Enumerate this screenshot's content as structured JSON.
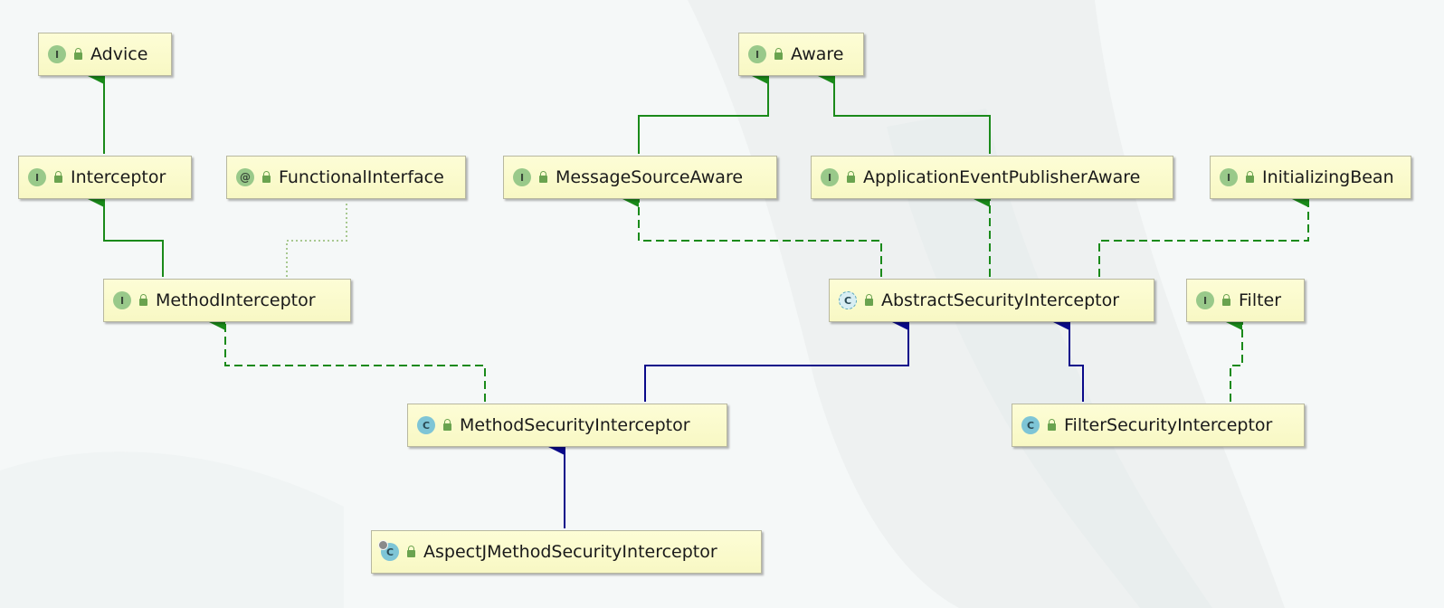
{
  "colors": {
    "interface_link": "#1a8a1a",
    "class_link": "#0a0a8a",
    "annotation_link": "#a8c890",
    "node_fill": "#fbfbcf"
  },
  "nodes": [
    {
      "id": "advice",
      "label": "Advice",
      "kind": "interface"
    },
    {
      "id": "aware",
      "label": "Aware",
      "kind": "interface"
    },
    {
      "id": "interceptor",
      "label": "Interceptor",
      "kind": "interface"
    },
    {
      "id": "functional_interface",
      "label": "FunctionalInterface",
      "kind": "annotation"
    },
    {
      "id": "message_source_aware",
      "label": "MessageSourceAware",
      "kind": "interface"
    },
    {
      "id": "application_event_publisher_aware",
      "label": "ApplicationEventPublisherAware",
      "kind": "interface"
    },
    {
      "id": "initializing_bean",
      "label": "InitializingBean",
      "kind": "interface"
    },
    {
      "id": "method_interceptor",
      "label": "MethodInterceptor",
      "kind": "interface"
    },
    {
      "id": "abstract_security_interceptor",
      "label": "AbstractSecurityInterceptor",
      "kind": "abstract-class"
    },
    {
      "id": "filter",
      "label": "Filter",
      "kind": "interface"
    },
    {
      "id": "method_security_interceptor",
      "label": "MethodSecurityInterceptor",
      "kind": "class"
    },
    {
      "id": "filter_security_interceptor",
      "label": "FilterSecurityInterceptor",
      "kind": "class"
    },
    {
      "id": "aspectj_method_security_interceptor",
      "label": "AspectJMethodSecurityInterceptor",
      "kind": "class"
    }
  ],
  "edges": [
    {
      "from": "interceptor",
      "to": "advice",
      "type": "extends-interface"
    },
    {
      "from": "method_interceptor",
      "to": "interceptor",
      "type": "extends-interface"
    },
    {
      "from": "method_interceptor",
      "to": "functional_interface",
      "type": "annotated-with"
    },
    {
      "from": "message_source_aware",
      "to": "aware",
      "type": "extends-interface"
    },
    {
      "from": "application_event_publisher_aware",
      "to": "aware",
      "type": "extends-interface"
    },
    {
      "from": "abstract_security_interceptor",
      "to": "message_source_aware",
      "type": "implements"
    },
    {
      "from": "abstract_security_interceptor",
      "to": "application_event_publisher_aware",
      "type": "implements"
    },
    {
      "from": "abstract_security_interceptor",
      "to": "initializing_bean",
      "type": "implements"
    },
    {
      "from": "method_security_interceptor",
      "to": "method_interceptor",
      "type": "implements"
    },
    {
      "from": "method_security_interceptor",
      "to": "abstract_security_interceptor",
      "type": "extends-class"
    },
    {
      "from": "filter_security_interceptor",
      "to": "abstract_security_interceptor",
      "type": "extends-class"
    },
    {
      "from": "filter_security_interceptor",
      "to": "filter",
      "type": "implements"
    },
    {
      "from": "aspectj_method_security_interceptor",
      "to": "method_security_interceptor",
      "type": "extends-class"
    }
  ],
  "badges": {
    "interface": "I",
    "annotation": "@",
    "class": "C",
    "abstract-class": "C"
  }
}
